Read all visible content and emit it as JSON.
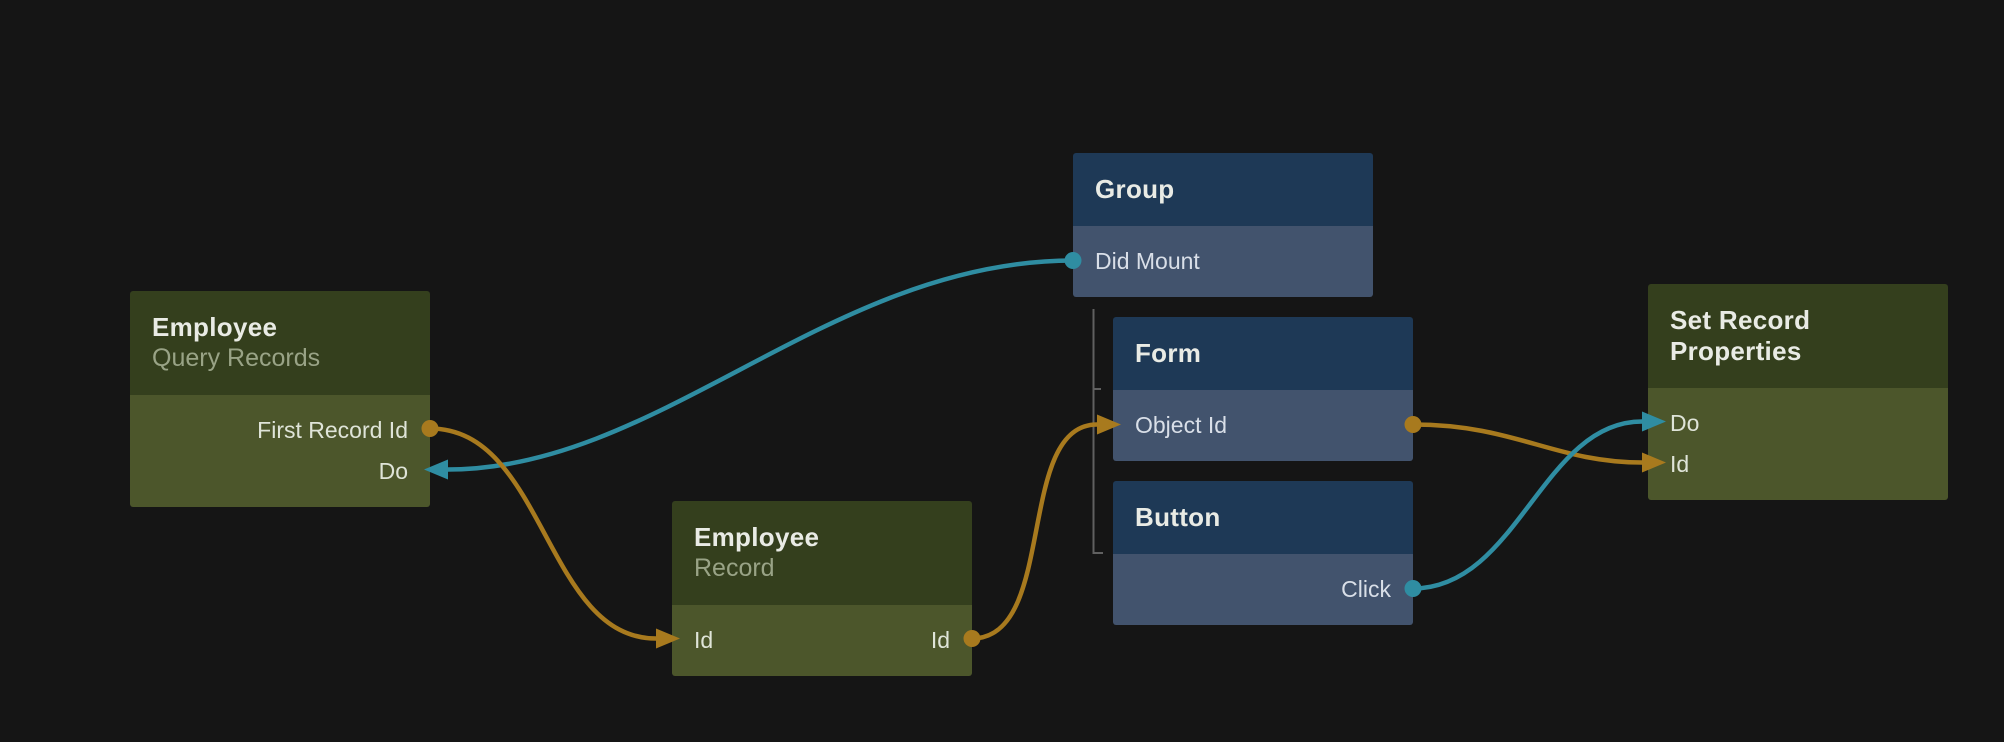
{
  "colors": {
    "background": "#151515",
    "green_header": "#343f1d",
    "green_body": "#4c562b",
    "blue_header": "#1e3956",
    "blue_body": "#42536d",
    "title_text": "#e9ebe5",
    "subtitle_text": "#99a386",
    "green_port_text": "#dfe4d8",
    "blue_port_text": "#d9dfe8",
    "wire_orange": "#a87a1e",
    "wire_teal": "#2f8da2",
    "connector_gray": "#606060"
  },
  "nodes": {
    "query_records": {
      "title": "Employee",
      "subtitle": "Query Records",
      "ports": {
        "first_record_id": "First Record Id",
        "do": "Do"
      }
    },
    "employee_record": {
      "title": "Employee",
      "subtitle": "Record",
      "ports": {
        "id_in": "Id",
        "id_out": "Id"
      }
    },
    "group": {
      "title": "Group",
      "ports": {
        "did_mount": "Did Mount"
      }
    },
    "form": {
      "title": "Form",
      "ports": {
        "object_id": "Object Id"
      }
    },
    "button": {
      "title": "Button",
      "ports": {
        "click": "Click"
      }
    },
    "set_record_properties": {
      "title": "Set Record Properties",
      "ports": {
        "do": "Do",
        "id": "Id"
      }
    }
  }
}
